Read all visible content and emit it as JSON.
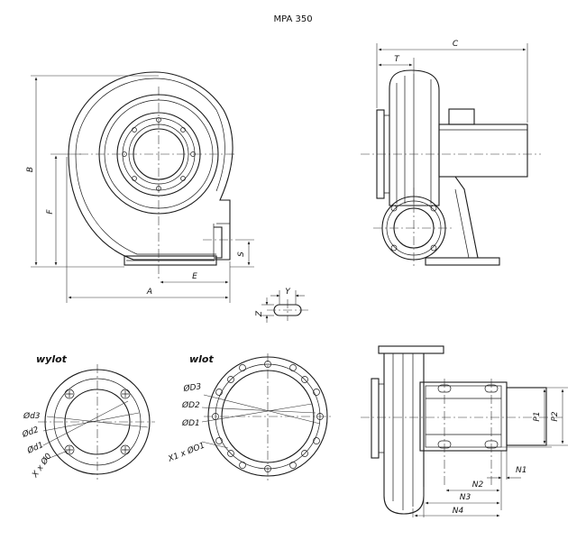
{
  "title": "MPA 350",
  "labels": {
    "B": "B",
    "F": "F",
    "S": "S",
    "A": "A",
    "E": "E",
    "C": "C",
    "T": "T",
    "Y": "Y",
    "Z": "Z",
    "wylot": "wylot",
    "wlot": "wlot",
    "d3": "Ød3",
    "d2": "Ød2",
    "d1": "Ød1",
    "x_o": "X x Ø0",
    "D3": "ØD3",
    "D2": "ØD2",
    "D1": "ØD1",
    "x1_o1": "X1 x ØO1",
    "P1": "P1",
    "P2": "P2",
    "N1": "N1",
    "N2": "N2",
    "N3": "N3",
    "N4": "N4"
  }
}
